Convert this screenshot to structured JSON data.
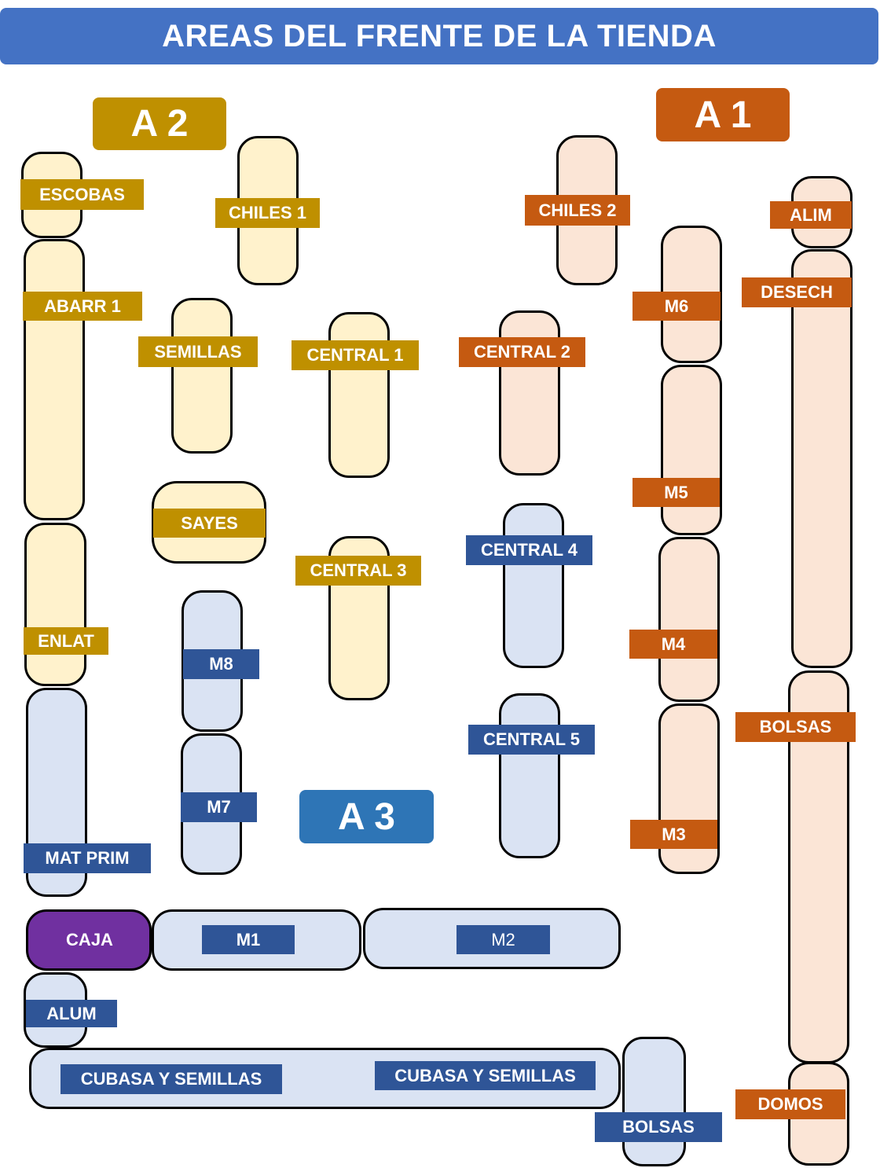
{
  "title": "AREAS DEL FRENTE DE LA TIENDA",
  "colors": {
    "title_bar": "#4472c4",
    "area_a1": "#c55a11",
    "area_a2": "#bf9000",
    "area_a3": "#2e75b6",
    "shelf_yellow": "#fff2cc",
    "shelf_peach": "#fbe5d6",
    "shelf_blue": "#dae3f3",
    "shelf_caja": "#7030a0",
    "label_gold": "#bf9000",
    "label_orange": "#c55a11",
    "label_blue": "#2f5597"
  },
  "areas": {
    "a1": "A 1",
    "a2": "A 2",
    "a3": "A 3"
  },
  "labels": {
    "escobas": "ESCOBAS",
    "chiles1": "CHILES 1",
    "abarr1": "ABARR 1",
    "semillas": "SEMILLAS",
    "central1": "CENTRAL 1",
    "sayes": "SAYES",
    "central3": "CENTRAL 3",
    "enlat": "ENLAT",
    "chiles2": "CHILES 2",
    "central2": "CENTRAL 2",
    "alim": "ALIM",
    "desech": "DESECH",
    "m6": "M6",
    "m5": "M5",
    "m4": "M4",
    "m3": "M3",
    "bolsas_right": "BOLSAS",
    "domos": "DOMOS",
    "central4": "CENTRAL 4",
    "central5": "CENTRAL 5",
    "m8": "M8",
    "m7": "M7",
    "mat_prim": "MAT PRIM",
    "caja": "CAJA",
    "m1": "M1",
    "m2": "M2",
    "alum": "ALUM",
    "cubasa_left": "CUBASA Y SEMILLAS",
    "cubasa_right": "CUBASA Y SEMILLAS",
    "bolsas_bottom": "BOLSAS"
  }
}
